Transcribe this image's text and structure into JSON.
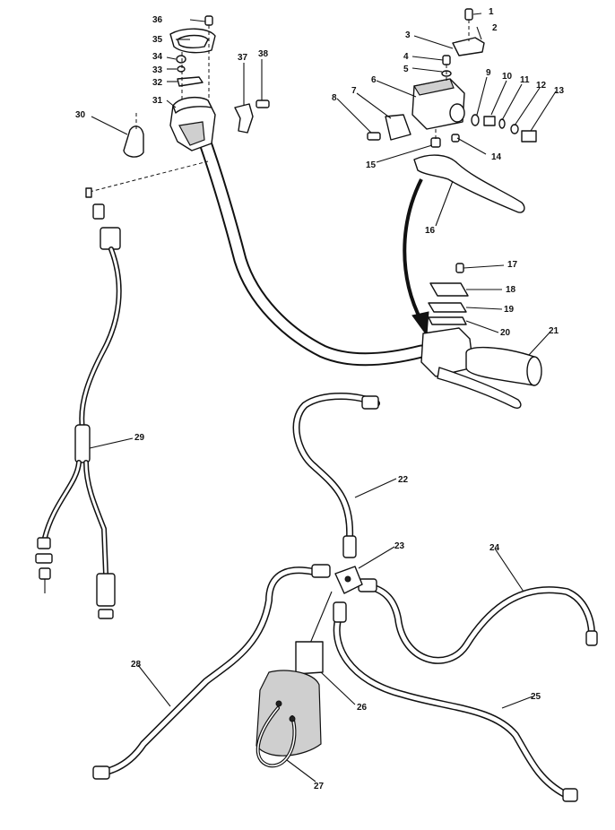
{
  "callouts": [
    {
      "id": "c1",
      "text": "1"
    },
    {
      "id": "c2",
      "text": "2"
    },
    {
      "id": "c3",
      "text": "3"
    },
    {
      "id": "c4",
      "text": "4"
    },
    {
      "id": "c5",
      "text": "5"
    },
    {
      "id": "c6",
      "text": "6"
    },
    {
      "id": "c7",
      "text": "7"
    },
    {
      "id": "c8",
      "text": "8"
    },
    {
      "id": "c9",
      "text": "9"
    },
    {
      "id": "c10",
      "text": "10"
    },
    {
      "id": "c11",
      "text": "11"
    },
    {
      "id": "c12",
      "text": "12"
    },
    {
      "id": "c13",
      "text": "13"
    },
    {
      "id": "c14",
      "text": "14"
    },
    {
      "id": "c15",
      "text": "15"
    },
    {
      "id": "c16",
      "text": "16"
    },
    {
      "id": "c17",
      "text": "17"
    },
    {
      "id": "c18",
      "text": "18"
    },
    {
      "id": "c19",
      "text": "19"
    },
    {
      "id": "c20",
      "text": "20"
    },
    {
      "id": "c21",
      "text": "21"
    },
    {
      "id": "c22",
      "text": "22"
    },
    {
      "id": "c23",
      "text": "23"
    },
    {
      "id": "c24",
      "text": "24"
    },
    {
      "id": "c25",
      "text": "25"
    },
    {
      "id": "c26",
      "text": "26"
    },
    {
      "id": "c27",
      "text": "27"
    },
    {
      "id": "c28",
      "text": "28"
    },
    {
      "id": "c29",
      "text": "29"
    },
    {
      "id": "c30",
      "text": "30"
    },
    {
      "id": "c31",
      "text": "31"
    },
    {
      "id": "c32",
      "text": "32"
    },
    {
      "id": "c33",
      "text": "33"
    },
    {
      "id": "c34",
      "text": "34"
    },
    {
      "id": "c35",
      "text": "35"
    },
    {
      "id": "c36",
      "text": "36"
    },
    {
      "id": "c37",
      "text": "37"
    },
    {
      "id": "c38",
      "text": "38"
    }
  ]
}
